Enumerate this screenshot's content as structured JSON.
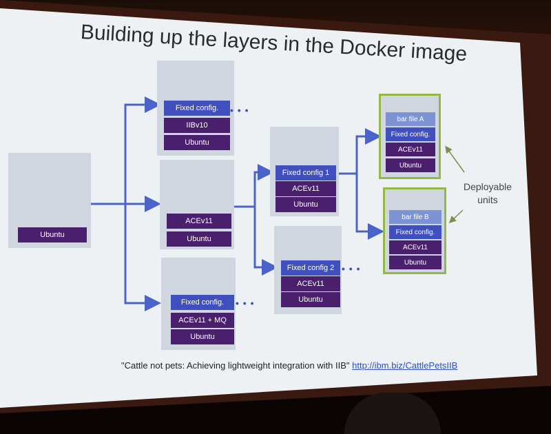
{
  "title": "Building up the layers in the Docker image",
  "base": {
    "ubuntu": "Ubuntu"
  },
  "col2": {
    "top": [
      "Fixed config.",
      "IIBv10",
      "Ubuntu"
    ],
    "mid": [
      "ACEv11",
      "Ubuntu"
    ],
    "bottom": [
      "Fixed config.",
      "ACEv11 + MQ",
      "Ubuntu"
    ]
  },
  "col3": {
    "top": [
      "Fixed config 1",
      "ACEv11",
      "Ubuntu"
    ],
    "bottom": [
      "Fixed config 2",
      "ACEv11",
      "Ubuntu"
    ]
  },
  "col4": {
    "top": [
      "bar file A",
      "Fixed config.",
      "ACEv11",
      "Ubuntu"
    ],
    "bottom": [
      "bar file B",
      "Fixed config.",
      "ACEv11",
      "Ubuntu"
    ]
  },
  "dots": "• • •",
  "deployable": [
    "Deployable",
    "units"
  ],
  "caption": {
    "text": "\"Cattle not pets: Achieving lightweight integration with IIB\"",
    "link": "http://ibm.biz/CattlePetsIIB"
  },
  "colors": {
    "purple": "#4a1f6e",
    "blue": "#3f4fbd",
    "lightblue": "#7d94d4",
    "green": "#94b843"
  }
}
